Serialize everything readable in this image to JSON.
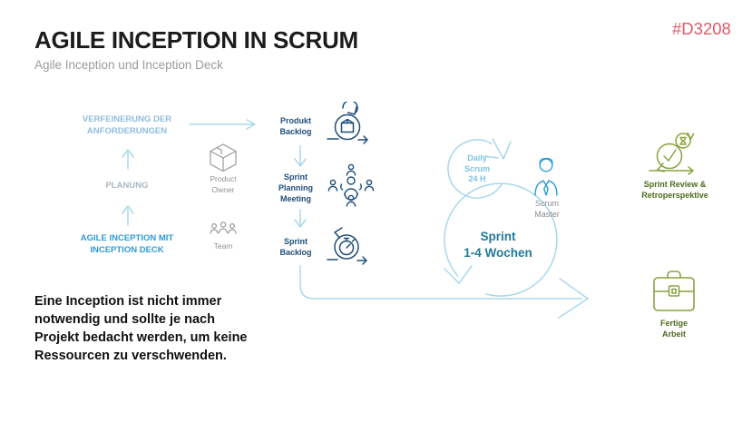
{
  "slide": {
    "title": "AGILE INCEPTION IN SCRUM",
    "subtitle": "Agile Inception und Inception Deck",
    "code": "#D3208",
    "note": "Eine Inception ist nicht immer\nnotwendig und sollte je nach\nProjekt bedacht werden, um keine\nRessourcen zu verschwenden."
  },
  "left_flow": {
    "refinement": "VERFEINERUNG DER\nANFORDERUNGEN",
    "planning": "PLANUNG",
    "inception": "AGILE INCEPTION MIT\nINCEPTION DECK"
  },
  "roles": {
    "product_owner": "Product\nOwner",
    "team": "Team"
  },
  "process": {
    "stages": [
      "Produkt\nBacklog",
      "Sprint\nPlanning\nMeeting",
      "Sprint\nBacklog"
    ]
  },
  "sprint": {
    "daily": "Daily\nScrum\n24 H",
    "label": "Sprint\n1-4 Wochen",
    "master": "Scrum\nMaster"
  },
  "outputs": {
    "review": "Sprint Review &\nRetroperspektive",
    "done": "Fertige\nArbeit"
  },
  "icons": {
    "product_owner": "box-icon",
    "team": "team-icon",
    "produkt_backlog": "loop-package-icon",
    "sprint_planning": "meeting-people-icon",
    "sprint_backlog": "loop-stopwatch-icon",
    "scrum_master": "person-tie-icon",
    "sprint_review": "check-hourglass-loop-icon",
    "fertige_arbeit": "briefcase-icon"
  },
  "colors": {
    "accent_blue": "#2E9BD8",
    "navy": "#1F4E79",
    "light_blue": "#A9D8EA",
    "teal": "#1F7A9B",
    "green": "#89A33F",
    "green_text": "#4E6B1F",
    "gray": "#919191",
    "code_red": "#E05A68"
  }
}
